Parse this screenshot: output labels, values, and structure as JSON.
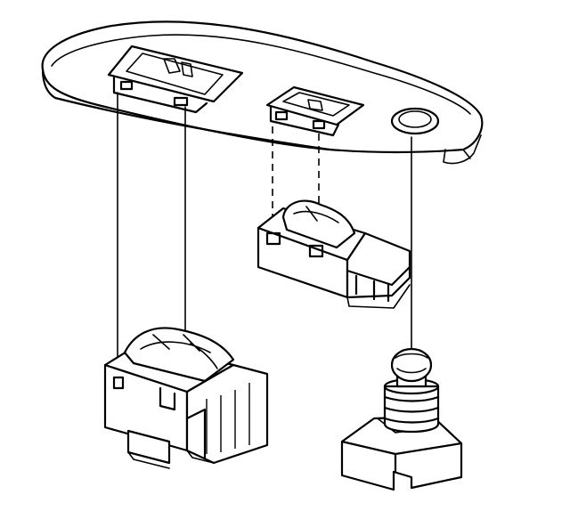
{
  "diagram": {
    "parts": [
      {
        "name": "switch-bezel"
      },
      {
        "name": "large-switch-module"
      },
      {
        "name": "small-switch-module"
      },
      {
        "name": "lamp-socket-bulb"
      }
    ],
    "colors": {
      "ink": "#000000",
      "paper": "#ffffff"
    }
  }
}
